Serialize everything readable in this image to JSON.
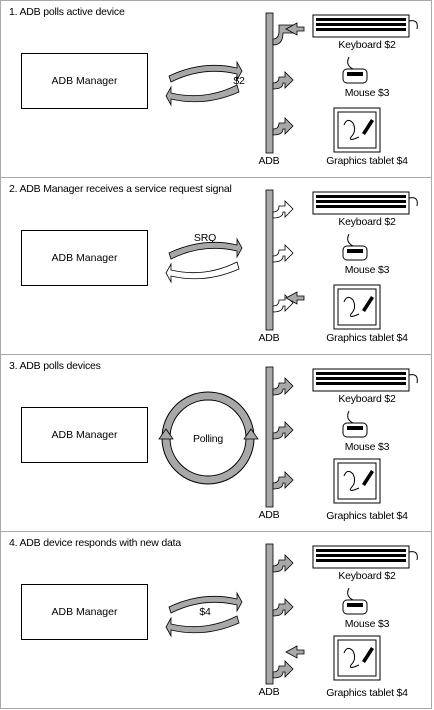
{
  "panels": [
    {
      "title": "1. ADB polls active device",
      "manager_label": "ADB Manager",
      "arrows_label": "$2",
      "bus_label": "ADB",
      "devices": {
        "keyboard": "Keyboard $2",
        "mouse": "Mouse $3",
        "tablet": "Graphics tablet $4"
      }
    },
    {
      "title": "2. ADB Manager receives a service request signal",
      "manager_label": "ADB Manager",
      "arrows_label": "SRQ",
      "bus_label": "ADB",
      "devices": {
        "keyboard": "Keyboard $2",
        "mouse": "Mouse $3",
        "tablet": "Graphics tablet $4"
      }
    },
    {
      "title": "3. ADB polls devices",
      "manager_label": "ADB Manager",
      "arrows_label": "Polling",
      "bus_label": "ADB",
      "devices": {
        "keyboard": "Keyboard $2",
        "mouse": "Mouse $3",
        "tablet": "Graphics tablet $4"
      }
    },
    {
      "title": "4. ADB device responds with new data",
      "manager_label": "ADB Manager",
      "arrows_label": "$4",
      "bus_label": "ADB",
      "devices": {
        "keyboard": "Keyboard $2",
        "mouse": "Mouse $3",
        "tablet": "Graphics tablet $4"
      }
    }
  ],
  "colors": {
    "bus": "#a8a8a8",
    "arrow_active": "#a8a8a8",
    "arrow_idle": "#ffffff",
    "border": "#a8a8a8"
  }
}
